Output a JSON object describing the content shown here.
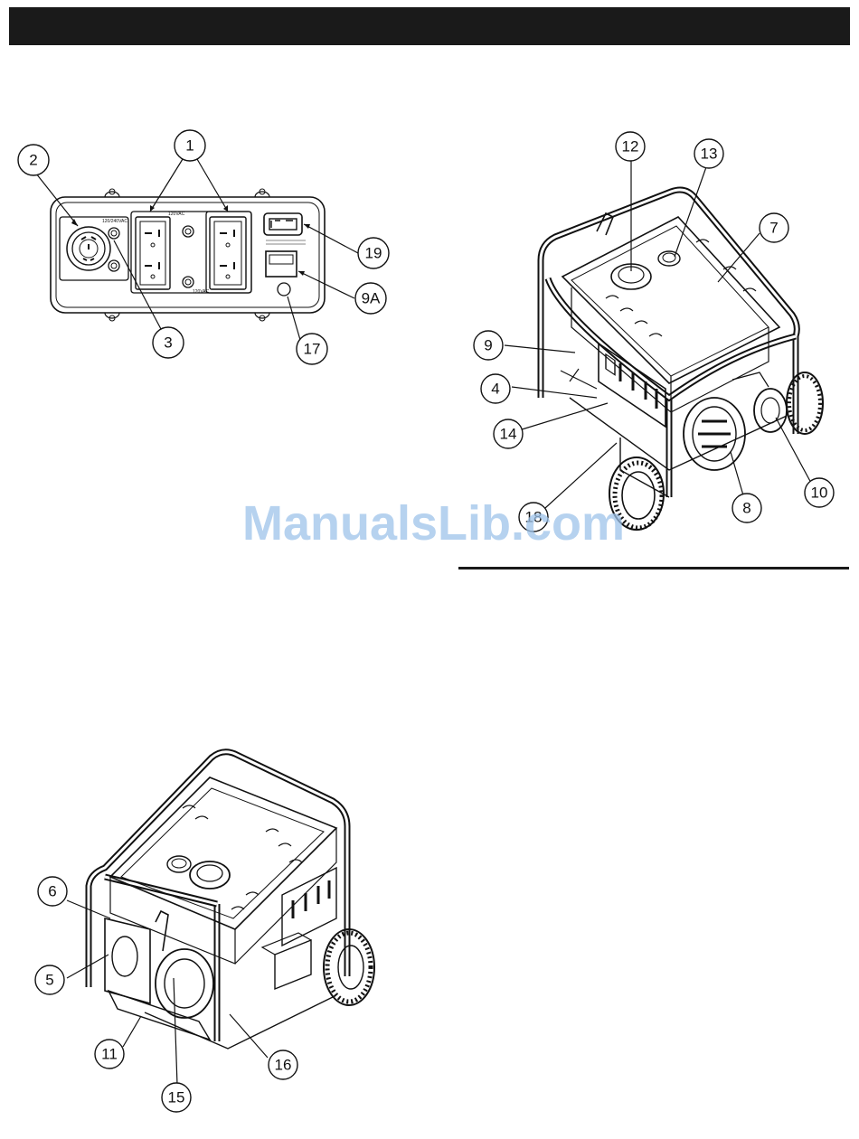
{
  "page": {
    "header_text": ""
  },
  "watermark": "ManualsLib.com",
  "figure_panel": {
    "callouts": {
      "c1": "1",
      "c2": "2",
      "c3": "3",
      "c19": "19",
      "c9a": "9A",
      "c17": "17"
    },
    "panel_labels": {
      "twist_lock": "120/240VAC",
      "duplex_left": "120VAC",
      "duplex_right": "120VAC"
    }
  },
  "figure_front": {
    "callouts": {
      "c12": "12",
      "c13": "13",
      "c7": "7",
      "c9": "9",
      "c4": "4",
      "c14": "14",
      "c18": "18",
      "c8": "8",
      "c10": "10"
    }
  },
  "figure_rear": {
    "callouts": {
      "c6": "6",
      "c5": "5",
      "c11": "11",
      "c15": "15",
      "c16": "16"
    }
  }
}
